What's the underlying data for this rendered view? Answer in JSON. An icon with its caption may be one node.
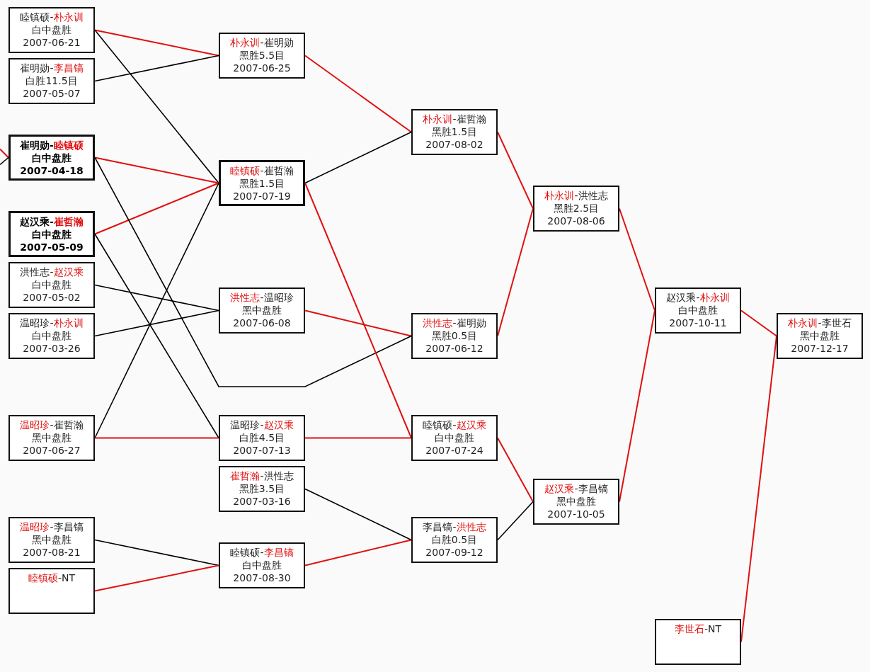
{
  "diagram": {
    "nodes": [
      {
        "text": [
          "睦镇硕-朴永训",
          "白中盘胜",
          "2007-06-21"
        ]
      },
      {
        "text": [
          "崔明勋-李昌镐",
          "白胜11.5目",
          "2007-05-07"
        ]
      },
      {
        "text": [
          "崔明勋-睦镇硕",
          "白中盘胜",
          "2007-04-18"
        ]
      },
      {
        "text": [
          "赵汉乘-崔哲瀚",
          "白中盘胜",
          "2007-05-09"
        ]
      },
      {
        "text": [
          "洪性志-赵汉乘",
          "白中盘胜",
          "2007-05-02"
        ]
      },
      {
        "text": [
          "温昭珍-朴永训",
          "白中盘胜",
          "2007-03-26"
        ]
      },
      {
        "text": [
          "温昭珍-崔哲瀚",
          "黑中盘胜",
          "2007-06-27"
        ]
      },
      {
        "text": [
          "温昭珍-李昌镐",
          "黑中盘胜",
          "2007-08-21"
        ]
      },
      {
        "text": [
          "睦镇硕-NT"
        ]
      },
      {
        "text": [
          "朴永训-崔明勋",
          "黑胜5.5目",
          "2007-06-25"
        ]
      },
      {
        "text": [
          "睦镇硕-崔哲瀚",
          "黑胜1.5目",
          "2007-07-19"
        ]
      },
      {
        "text": [
          "洪性志-温昭珍",
          "黑中盘胜",
          "2007-06-08"
        ]
      },
      {
        "text": [
          "温昭珍-赵汉乘",
          "白胜4.5目",
          "2007-07-13"
        ]
      },
      {
        "text": [
          "崔哲瀚-洪性志",
          "黑胜3.5目",
          "2007-03-16"
        ]
      },
      {
        "text": [
          "睦镇硕-李昌镐",
          "白中盘胜",
          "2007-08-30"
        ]
      },
      {
        "text": [
          "朴永训-崔哲瀚",
          "黑胜1.5目",
          "2007-08-02"
        ]
      },
      {
        "text": [
          "洪性志-崔明勋",
          "黑胜0.5目",
          "2007-06-12"
        ]
      },
      {
        "text": [
          "睦镇硕-赵汉乘",
          "白中盘胜",
          "2007-07-24"
        ]
      },
      {
        "text": [
          "李昌镐-洪性志",
          "白胜0.5目",
          "2007-09-12"
        ]
      },
      {
        "text": [
          "朴永训-洪性志",
          "黑胜2.5目",
          "2007-08-06"
        ]
      },
      {
        "text": [
          "赵汉乘-李昌镐",
          "黑中盘胜",
          "2007-10-05"
        ]
      },
      {
        "text": [
          "赵汉乘-朴永训",
          "白中盘胜",
          "2007-10-11"
        ]
      },
      {
        "text": [
          "李世石-NT"
        ]
      },
      {
        "text": [
          "朴永训-李世石",
          "黑中盘胜",
          "2007-12-17"
        ]
      }
    ],
    "edges": [
      {
        "from": null,
        "to": 2,
        "arrow": "none"
      },
      {
        "from": null,
        "to": 2,
        "arrow": "none",
        "color": "#000000"
      },
      {
        "from": 0,
        "to": 9,
        "arrow": "none"
      },
      {
        "from": 1,
        "to": 9,
        "arrow": "none",
        "color": "#000000"
      },
      {
        "from": 0,
        "to": 10,
        "arrow": "none",
        "color": "#000000"
      },
      {
        "from": 2,
        "to": 10,
        "arrow": "none"
      },
      {
        "from": 3,
        "to": 10,
        "arrow": "none"
      },
      {
        "from": 6,
        "to": 10,
        "arrow": "none",
        "color": "#000000"
      },
      {
        "from": 4,
        "to": 11,
        "arrow": "none",
        "color": "#000000"
      },
      {
        "from": 5,
        "to": 11,
        "arrow": "none",
        "color": "#000000"
      },
      {
        "from": 3,
        "to": 12,
        "arrow": "none",
        "color": "#000000"
      },
      {
        "from": 6,
        "to": 12,
        "arrow": "none"
      },
      {
        "from": 7,
        "to": 14,
        "arrow": "none",
        "color": "#000000"
      },
      {
        "from": 8,
        "to": 14,
        "arrow": "none"
      },
      {
        "from": 9,
        "to": 15,
        "arrow": "none"
      },
      {
        "from": 10,
        "to": 15,
        "arrow": "none",
        "color": "#000000"
      },
      {
        "from": 11,
        "to": 16,
        "arrow": "none"
      },
      {
        "from": 2,
        "to": 16,
        "arrow": "none",
        "color": "#000000"
      },
      {
        "from": 10,
        "to": 17,
        "arrow": "none"
      },
      {
        "from": 12,
        "to": 17,
        "arrow": "none"
      },
      {
        "from": 13,
        "to": 18,
        "arrow": "none",
        "color": "#000000"
      },
      {
        "from": 14,
        "to": 18,
        "arrow": "none"
      },
      {
        "from": 15,
        "to": 19,
        "arrow": "none"
      },
      {
        "from": 16,
        "to": 19,
        "arrow": "none"
      },
      {
        "from": 17,
        "to": 20,
        "arrow": "none"
      },
      {
        "from": 18,
        "to": 20,
        "arrow": "none",
        "color": "#000000"
      },
      {
        "from": 19,
        "to": 21,
        "arrow": "none"
      },
      {
        "from": 20,
        "to": 21,
        "arrow": "none"
      },
      {
        "from": 21,
        "to": 23,
        "arrow": "none"
      },
      {
        "from": 22,
        "to": 23,
        "arrow": "none"
      }
    ]
  }
}
